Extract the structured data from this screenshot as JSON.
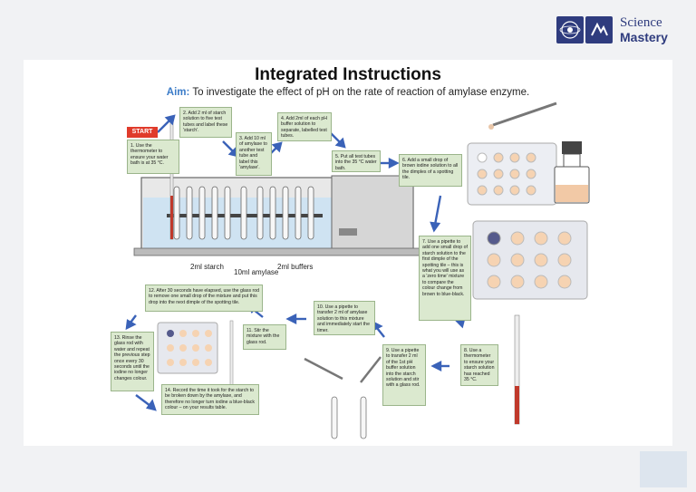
{
  "brand": {
    "line1": "Science",
    "line2": "Mastery"
  },
  "title": "Integrated Instructions",
  "aim": {
    "label": "Aim:",
    "text": "To investigate the effect of pH on the rate of reaction of amylase enzyme."
  },
  "start_label": "START",
  "labels": {
    "starch": "2ml starch",
    "amylase": "10ml amylase",
    "buffers": "2ml buffers"
  },
  "steps": [
    "1. Use the thermometer to ensure your water bath is at 35 °C.",
    "2. Add 2 ml of starch solution to five test tubes and label these 'starch'.",
    "3. Add 10 ml of amylase to another test tube and label this 'amylase'.",
    "4. Add 2ml of each pH buffer solution to separate, labelled test tubes.",
    "5. Put all test tubes into the 35 °C water bath.",
    "6. Add a small drop of brown iodine solution to all the dimples of a spotting tile.",
    "7. Use a pipette to add one small drop of starch solution to the first dimple of the spotting tile – this is what you will use as a 'zero time' mixture to compare the colour change from brown to blue-black.",
    "8. Use a thermometer to ensure your starch solution has reached 35 °C.",
    "9. Use a pipette to transfer 2 ml of the 1st pH buffer solution into the starch solution and stir with a glass rod.",
    "10. Use a pipette to transfer 2 ml of amylase solution to this mixture and immediately start the timer.",
    "11. Stir the mixture with the glass rod.",
    "12. After 30 seconds have elapsed, use the glass rod to remove one small drop of the mixture and put this drop into the next dimple of the spotting tile.",
    "13. Rinse the glass rod with water and repeat the previous step once every 30 seconds until the iodine no longer changes colour.",
    "14. Record the time it took for the starch to be broken down by the amylase, and therefore no longer turn iodine a blue-black colour – on your results table."
  ],
  "colors": {
    "accent": "#3a7bc8",
    "step_fill": "#dbe9cf",
    "start": "#e03b2b",
    "brand": "#2f3c7e"
  }
}
